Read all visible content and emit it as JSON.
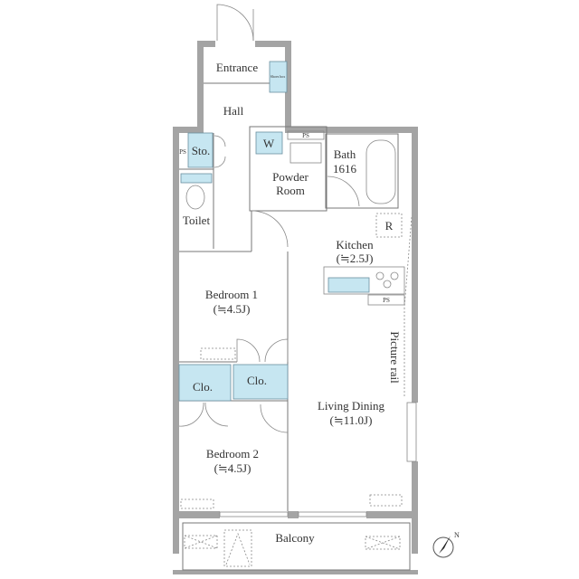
{
  "rooms": {
    "entrance": "Entrance",
    "shoes_box": "Shoes box",
    "hall": "Hall",
    "storage": "Sto.",
    "ps_storage": "PS",
    "washer": "W",
    "powder_room_1": "Powder",
    "powder_room_2": "Room",
    "ps_powder": "PS",
    "bath_1": "Bath",
    "bath_2": "1616",
    "toilet": "Toilet",
    "refrigerator": "R",
    "kitchen": "Kitchen",
    "kitchen_size": "(≒2.5J)",
    "ps_kitchen": "PS",
    "bedroom1": "Bedroom 1",
    "bedroom1_size": "(≒4.5J)",
    "closet_left": "Clo.",
    "closet_right": "Clo.",
    "picture_rail": "Picture rail",
    "living_dining": "Living Dining",
    "living_dining_size": "(≒11.0J)",
    "bedroom2": "Bedroom 2",
    "bedroom2_size": "(≒4.5J)",
    "balcony": "Balcony"
  },
  "compass": {
    "label": "N",
    "icon": "north-arrow-icon"
  },
  "colors": {
    "wall": "#a4a4a4",
    "storage": "#c6e6f1"
  }
}
